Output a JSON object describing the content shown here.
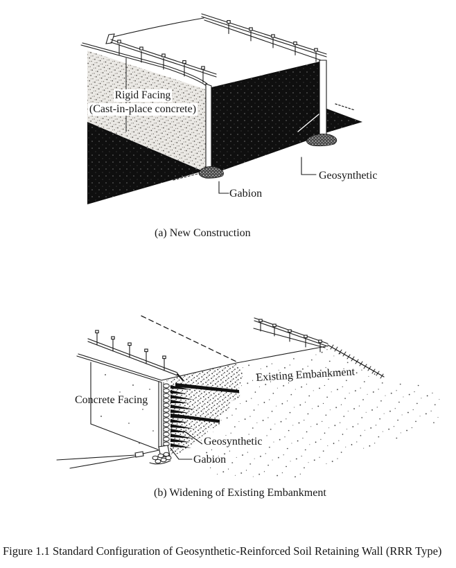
{
  "colors": {
    "ink": "#1a1a1a",
    "paper": "#ffffff"
  },
  "diagram_a": {
    "caption": "(a) New Construction",
    "labels": {
      "rigid_facing_line1": "Rigid Facing",
      "rigid_facing_line2": "(Cast-in-place concrete)",
      "gabion": "Gabion",
      "geosynthetic": "Geosynthetic"
    }
  },
  "diagram_b": {
    "caption": "(b) Widening of Existing Embankment",
    "labels": {
      "concrete_facing": "Concrete Facing",
      "existing_embankment": "Existing Embankment",
      "geosynthetic": "Geosynthetic",
      "gabion": "Gabion"
    }
  },
  "figure_caption": "Figure 1.1 Standard Configuration of Geosynthetic-Reinforced Soil Retaining Wall (RRR Type)"
}
